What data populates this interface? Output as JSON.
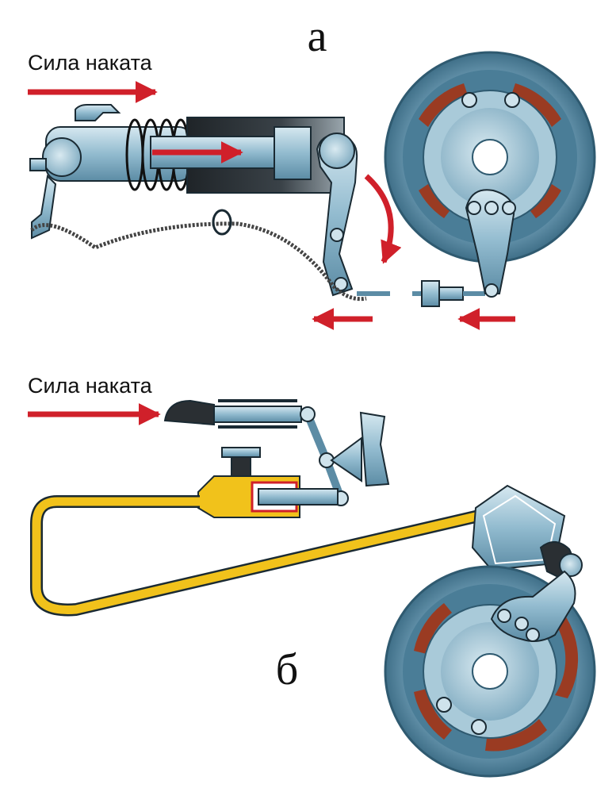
{
  "diagram": {
    "panel_a": {
      "label": "а",
      "force_label": "Сила наката"
    },
    "panel_b": {
      "label": "б",
      "force_label": "Сила наката"
    }
  },
  "colors": {
    "arrow": "#d0202a",
    "metal": "#8fb8cc",
    "metal_dark": "#3f6f88",
    "metal_light": "#cfe3ec",
    "drum": "#5b8aa3",
    "lining": "#9a3b22",
    "hydraulic_line": "#f1c21b",
    "cylinder_dark": "#2a2f33",
    "outline": "#1a2a33"
  }
}
